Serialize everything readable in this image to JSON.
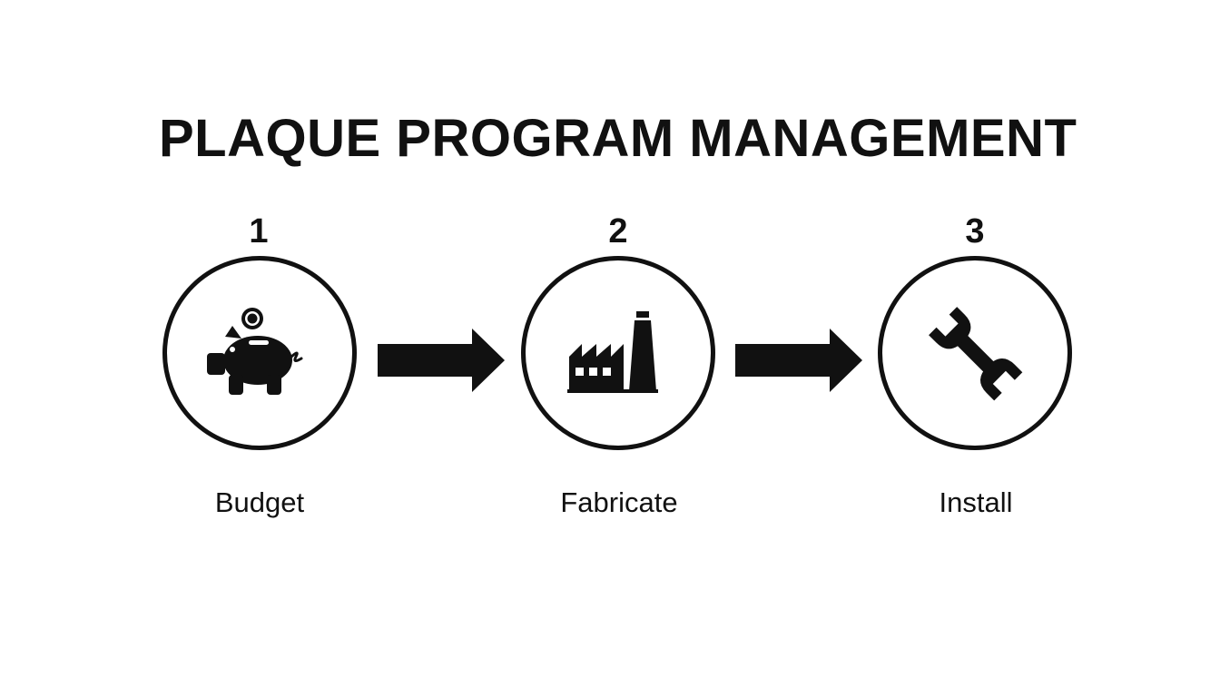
{
  "title": "PLAQUE PROGRAM MANAGEMENT",
  "steps": [
    {
      "number": "1",
      "label": "Budget",
      "icon": "piggy-bank-icon"
    },
    {
      "number": "2",
      "label": "Fabricate",
      "icon": "factory-icon"
    },
    {
      "number": "3",
      "label": "Install",
      "icon": "wrench-icon"
    }
  ],
  "colors": {
    "foreground": "#111111",
    "background": "#ffffff"
  }
}
